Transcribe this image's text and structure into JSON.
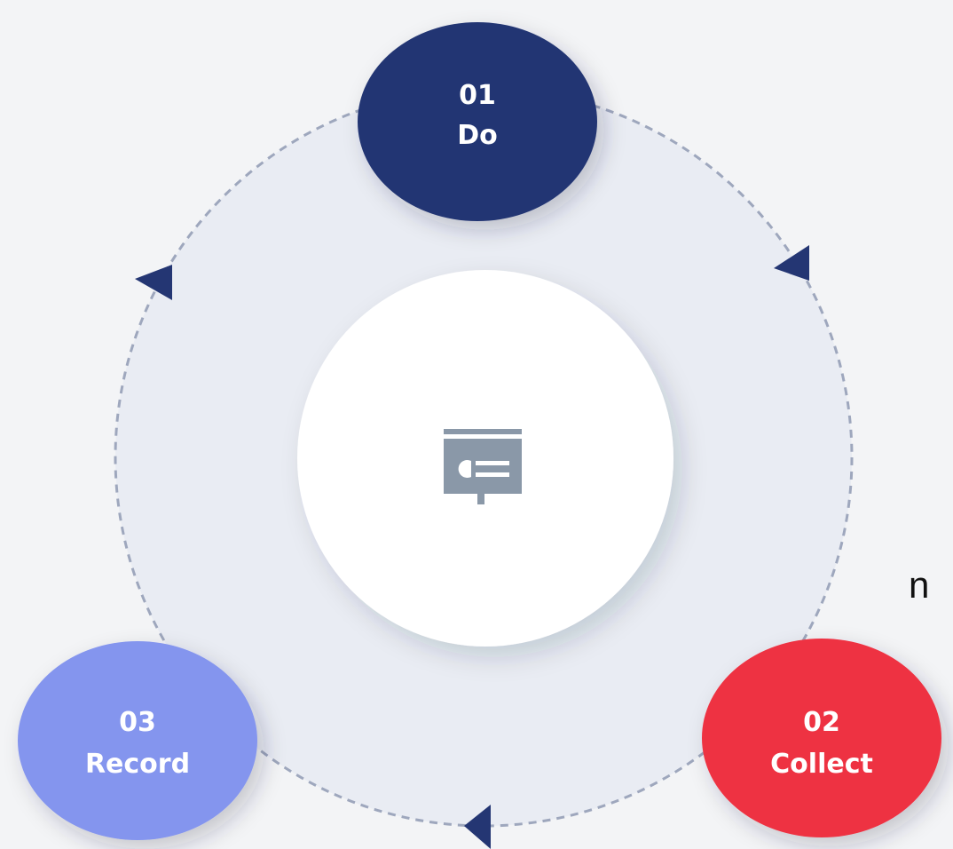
{
  "cycle": {
    "steps": [
      {
        "number": "01",
        "label": "Do",
        "color": "#243673"
      },
      {
        "number": "02",
        "label": "Collect",
        "color": "#ee3342"
      },
      {
        "number": "03",
        "label": "Record",
        "color": "#8495ee"
      }
    ],
    "center_icon": "presentation-board-icon",
    "ring_fill_color": "#e9ecf3",
    "ring_stroke_color": "#9ea7bd",
    "arrow_color": "#243673",
    "icon_color": "#8a98a8"
  },
  "edge_text": "n"
}
